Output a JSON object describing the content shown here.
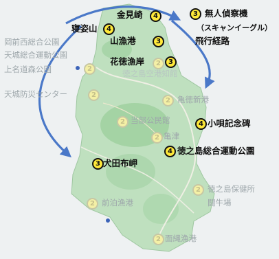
{
  "legend": {
    "marker": "3",
    "title": "無人偵察機",
    "subtitle": "（スキャンイーグル）",
    "label": "飛行経路"
  },
  "labels_bold": {
    "kanemisaki": "金見崎",
    "neshiyama": "寝姿山",
    "yamagyoko": "山漁港",
    "hanatoku": "花徳漁岸",
    "kouta": "小唄記念碑",
    "sports": "徳之島総合運動公園",
    "inutabu": "犬田布岬"
  },
  "labels_faint": {
    "okazakinishi": "岡前西総合公園",
    "amagi_sports": "天城総合運動公園",
    "kaminaoi": "上名道森公園",
    "amagi_bousai": "天城防災センター",
    "tokunoshima_ku": "徳之島空港知館",
    "kametoku": "亀徳新港",
    "toubu": "当部公民館",
    "kamiya": "亀津",
    "tokunoshima_hoken": "徳之島保健所",
    "tougyujou": "闘牛場",
    "maedomari": "前泊漁港",
    "omonawa": "面縄漁港"
  },
  "markers": {
    "kanemisaki": "4",
    "neshiyama": "4",
    "yamagyoko": "3",
    "hanatoku": "3",
    "kouta": "4",
    "sports": "4",
    "inutabu": "3",
    "faint": "2"
  },
  "colors": {
    "route": "#4a78c8",
    "marker_fill": "#ffe93a",
    "land": "#bfe0bf",
    "sea": "#eef1f2"
  }
}
